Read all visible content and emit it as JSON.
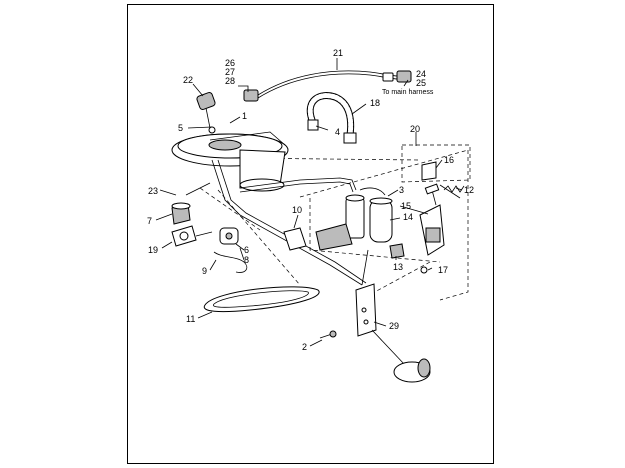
{
  "diagram": {
    "callouts": {
      "c1": "1",
      "c2": "2",
      "c3": "3",
      "c4": "4",
      "c5": "5",
      "c6": "6",
      "c7": "7",
      "c8": "8",
      "c9": "9",
      "c10": "10",
      "c11": "11",
      "c12": "12",
      "c13": "13",
      "c14": "14",
      "c15": "15",
      "c16": "16",
      "c17": "17",
      "c18": "18",
      "c19": "19",
      "c20": "20",
      "c21": "21",
      "c22": "22",
      "c23": "23",
      "c24": "24",
      "c25": "25",
      "c26": "26",
      "c27": "27",
      "c28": "28",
      "c29": "29"
    },
    "harness_note": "To main harness"
  }
}
